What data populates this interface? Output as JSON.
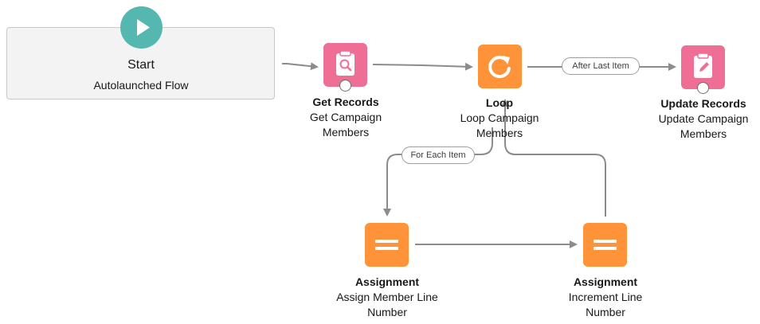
{
  "start": {
    "title": "Start",
    "subtitle": "Autolaunched Flow",
    "icon": "play-icon"
  },
  "nodes": {
    "get_records": {
      "title": "Get Records",
      "description": "Get Campaign Members",
      "icon": "record-lookup-icon",
      "color": "#ef6e96"
    },
    "loop": {
      "title": "Loop",
      "description": "Loop Campaign Members",
      "icon": "loop-icon",
      "color": "#fe9339"
    },
    "update_records": {
      "title": "Update Records",
      "description": "Update Campaign Members",
      "icon": "record-update-icon",
      "color": "#ef6e96"
    },
    "assignment_member": {
      "title": "Assignment",
      "description": "Assign Member Line Number",
      "icon": "assignment-icon",
      "color": "#fe9339"
    },
    "assignment_increment": {
      "title": "Assignment",
      "description": "Increment Line Number",
      "icon": "assignment-icon",
      "color": "#fe9339"
    }
  },
  "connectors": {
    "after_last_item": "After Last Item",
    "for_each_item": "For Each Item"
  },
  "colors": {
    "start_teal": "#54b8b1",
    "record_pink": "#ef6e96",
    "logic_orange": "#fe9339",
    "connector_gray": "#8c8c8c"
  }
}
